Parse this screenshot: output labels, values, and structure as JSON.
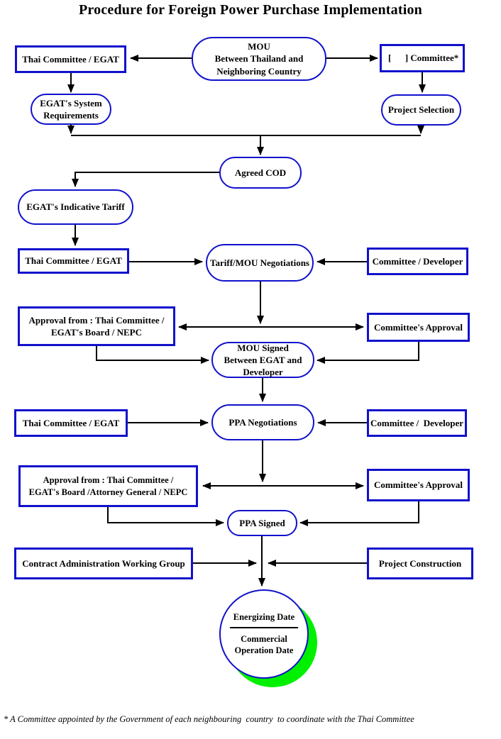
{
  "title": "Procedure for Foreign Power Purchase Implementation",
  "footnote": "* A Committee appointed by the Government of each neighbouring  country  to coordinate with the Thai Committee",
  "colors": {
    "node_border_blue": "#1111cc",
    "arrow_black": "#000000",
    "cod_highlight_green": "#00f000"
  },
  "nodes": {
    "thai_committee_egat_1": {
      "label": "Thai Committee / EGAT"
    },
    "mou_thailand": {
      "label": "MOU\nBetween Thailand and\nNeighboring Country"
    },
    "bracket_committee": {
      "label": "[      ] Committee*"
    },
    "egat_system_requirements": {
      "label": "EGAT's System\nRequirements"
    },
    "project_selection": {
      "label": "Project Selection"
    },
    "agreed_cod": {
      "label": "Agreed COD"
    },
    "egat_indicative_tariff": {
      "label": "EGAT's Indicative Tariff"
    },
    "thai_committee_egat_2": {
      "label": "Thai Committee / EGAT"
    },
    "tariff_mou_negotiations": {
      "label": "Tariff/MOU Negotiations"
    },
    "committee_developer_1": {
      "label": "Committee / Developer"
    },
    "approval_mou": {
      "label": "Approval from : Thai Committee /\nEGAT's Board / NEPC"
    },
    "committees_approval_1": {
      "label": "Committee's Approval"
    },
    "mou_signed": {
      "label": "MOU Signed\nBetween EGAT and\nDeveloper"
    },
    "thai_committee_egat_3": {
      "label": "Thai Committee / EGAT"
    },
    "ppa_negotiations": {
      "label": "PPA Negotiations"
    },
    "committee_developer_2": {
      "label": "Committee /  Developer"
    },
    "approval_ppa": {
      "label": "Approval from : Thai Committee /\nEGAT's Board /Attorney General / NEPC"
    },
    "committees_approval_2": {
      "label": "Committee's Approval"
    },
    "ppa_signed": {
      "label": "PPA Signed"
    },
    "contract_admin_group": {
      "label": "Contract Administration Working Group"
    },
    "project_construction": {
      "label": "Project Construction"
    },
    "cod_circle": {
      "line1": "Energizing Date",
      "line2": "Commercial\nOperation Date"
    }
  }
}
